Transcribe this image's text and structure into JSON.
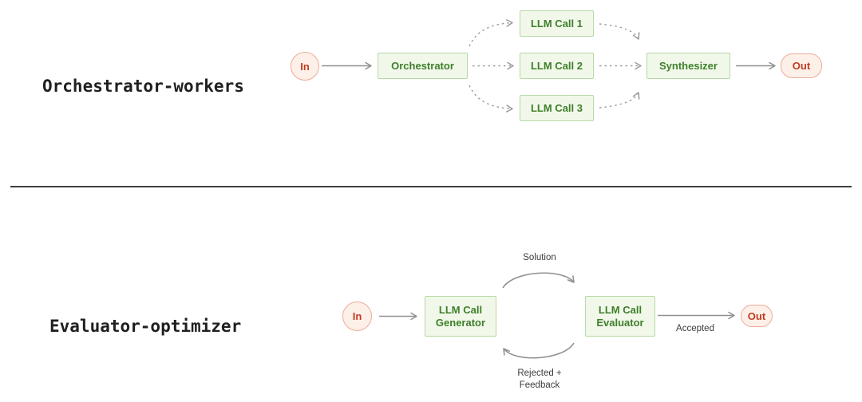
{
  "colors": {
    "node_green_bg": "#f1f8ea",
    "node_green_border": "#b6d9a6",
    "node_green_text": "#3e7f29",
    "node_pink_bg": "#fdf0e9",
    "node_pink_border": "#ecac96",
    "node_red_text": "#c23c1f",
    "arrow_solid_gray": "#8f8f8f",
    "arrow_dashed_gray": "#9b9b9b",
    "section_label_color": "#1f1f1f",
    "edge_label_color": "#3c3c3c",
    "divider_color": "#3f3f3f"
  },
  "sections": [
    {
      "label": "Orchestrator-workers",
      "nodes": {
        "in": "In",
        "orchestrator": "Orchestrator",
        "llm_call_1": "LLM Call 1",
        "llm_call_2": "LLM Call 2",
        "llm_call_3": "LLM Call 3",
        "synthesizer": "Synthesizer",
        "out": "Out"
      }
    },
    {
      "label": "Evaluator-optimizer",
      "nodes": {
        "in": "In",
        "generator": {
          "line1": "LLM Call",
          "line2": "Generator"
        },
        "evaluator": {
          "line1": "LLM Call",
          "line2": "Evaluator"
        },
        "out": "Out"
      },
      "edge_labels": {
        "solution": "Solution",
        "accepted": "Accepted",
        "rejected": {
          "line1": "Rejected +",
          "line2": "Feedback"
        }
      }
    }
  ]
}
